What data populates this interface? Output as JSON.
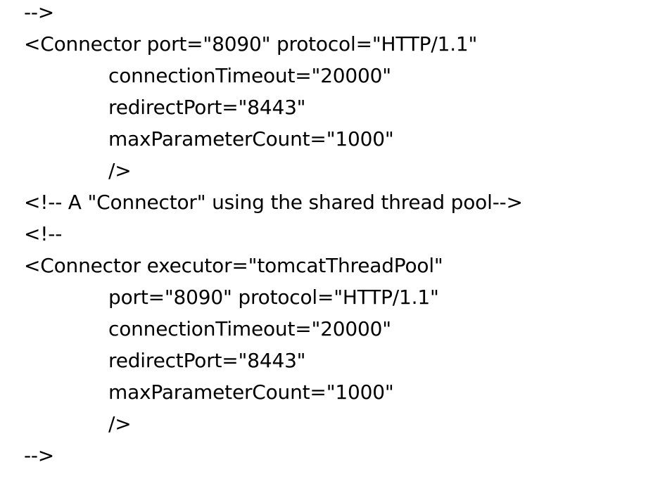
{
  "code_lines": [
    {
      "text": "-->",
      "indent": 0
    },
    {
      "text": "<Connector port=\"8090\" protocol=\"HTTP/1.1\"",
      "indent": 0
    },
    {
      "text": "connectionTimeout=\"20000\"",
      "indent": 1
    },
    {
      "text": "redirectPort=\"8443\"",
      "indent": 1
    },
    {
      "text": "maxParameterCount=\"1000\"",
      "indent": 1
    },
    {
      "text": "/>",
      "indent": 1
    },
    {
      "text": "<!-- A \"Connector\" using the shared thread pool-->",
      "indent": 0
    },
    {
      "text": "<!--",
      "indent": 0
    },
    {
      "text": "<Connector executor=\"tomcatThreadPool\"",
      "indent": 0
    },
    {
      "text": "port=\"8090\" protocol=\"HTTP/1.1\"",
      "indent": 1
    },
    {
      "text": "connectionTimeout=\"20000\"",
      "indent": 1
    },
    {
      "text": "redirectPort=\"8443\"",
      "indent": 1
    },
    {
      "text": "maxParameterCount=\"1000\"",
      "indent": 1
    },
    {
      "text": "/>",
      "indent": 1
    },
    {
      "text": "-->",
      "indent": 0
    }
  ]
}
